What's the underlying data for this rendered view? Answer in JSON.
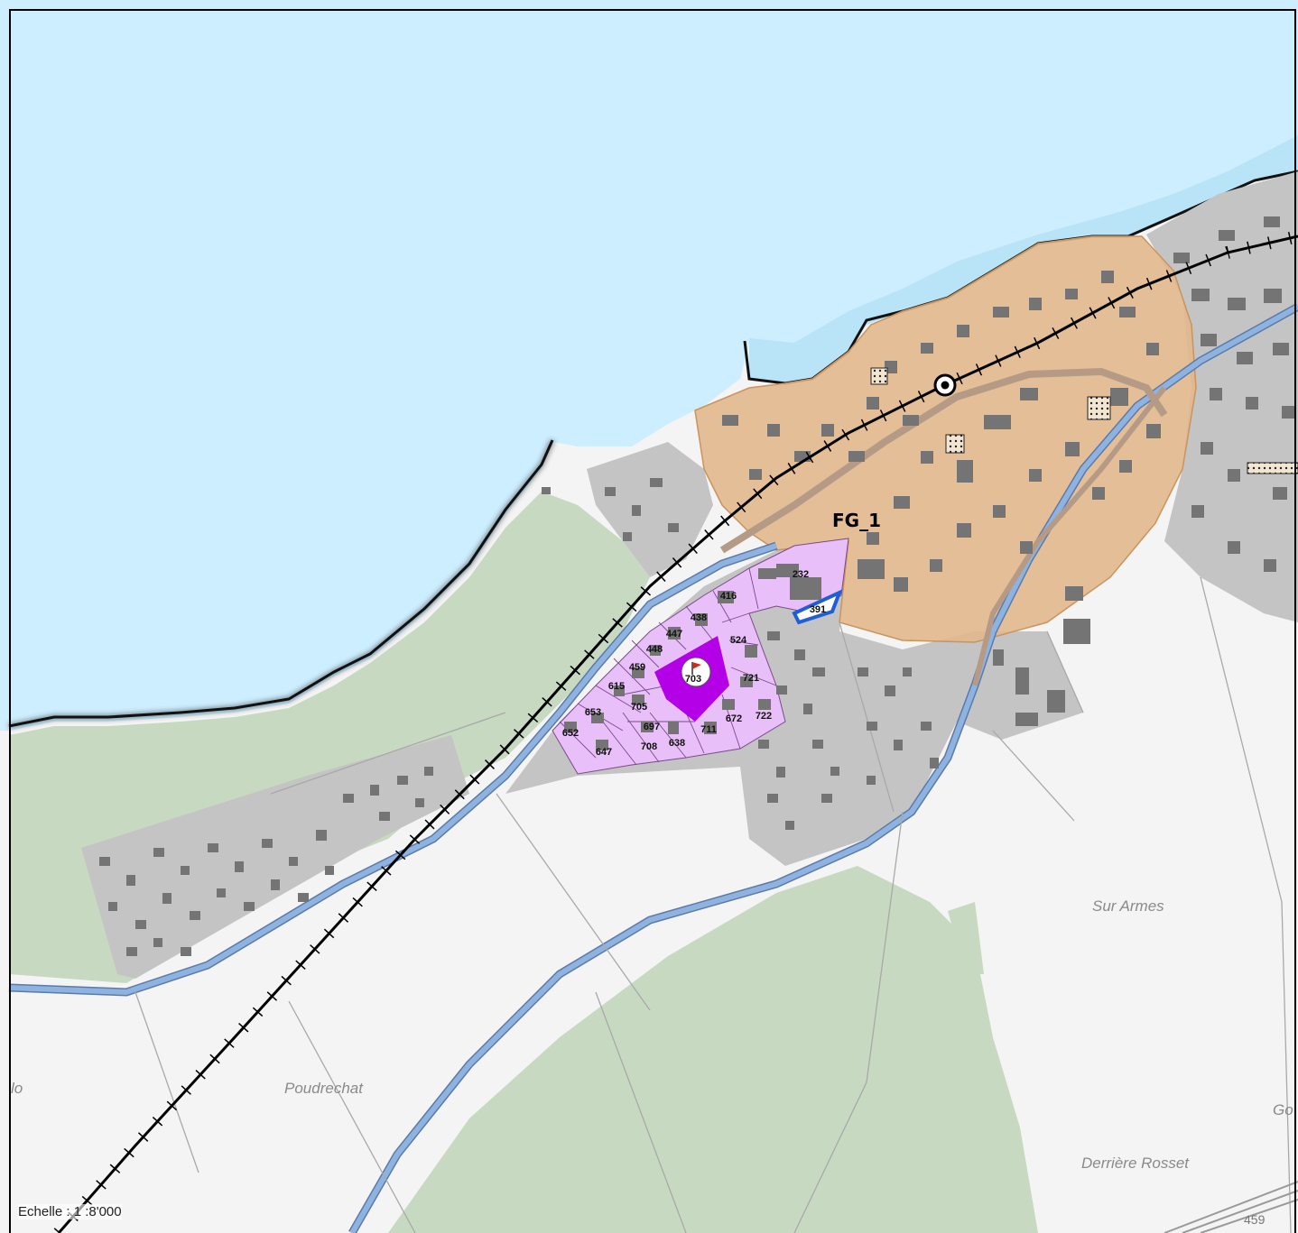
{
  "map": {
    "zone_label": "FG_1",
    "scale_label": "Echelle : 1 :8'000",
    "place_names": [
      "Sur Armes",
      "Poudrechat",
      "Derrière Rosset",
      "lo",
      "Go",
      "459"
    ],
    "parcels": [
      "232",
      "416",
      "391",
      "438",
      "447",
      "448",
      "524",
      "459",
      "703",
      "721",
      "615",
      "653",
      "705",
      "697",
      "711",
      "672",
      "722",
      "652",
      "647",
      "708",
      "638"
    ],
    "colors": {
      "lake": "#cdeeff",
      "shore": "#b9e3f7",
      "forest": "#c7d9c1",
      "settlement": "#c4c4c4",
      "building": "#747474",
      "zone_fg1": "#e2b88c",
      "parcels_light": "#e9bff9",
      "parcel_highlight": "#b400e6",
      "canal": "#7aa4d6",
      "selected_outline": "#1f5fd6"
    },
    "icons": [
      "railway-station-icon",
      "red-flag-icon"
    ]
  }
}
